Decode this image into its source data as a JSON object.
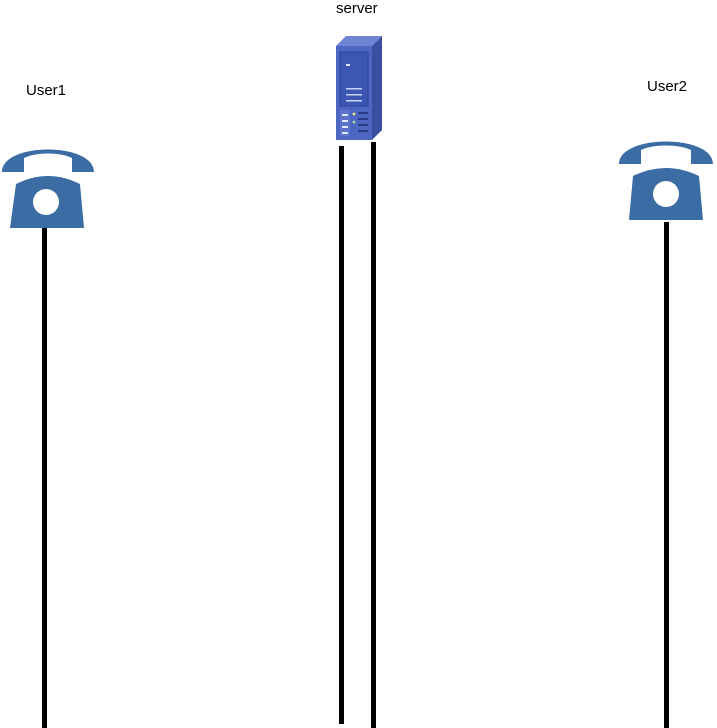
{
  "participants": [
    {
      "id": "user1",
      "label": "User1",
      "icon": "telephone-icon"
    },
    {
      "id": "server",
      "label": "server",
      "icon": "server-icon"
    },
    {
      "id": "user2",
      "label": "User2",
      "icon": "telephone-icon"
    }
  ],
  "colors": {
    "icon_primary": "#3B6CA3",
    "server_dark": "#3A4FA0",
    "server_light": "#6F86D6",
    "lifeline": "#000000",
    "background": "#FFFFFF"
  }
}
